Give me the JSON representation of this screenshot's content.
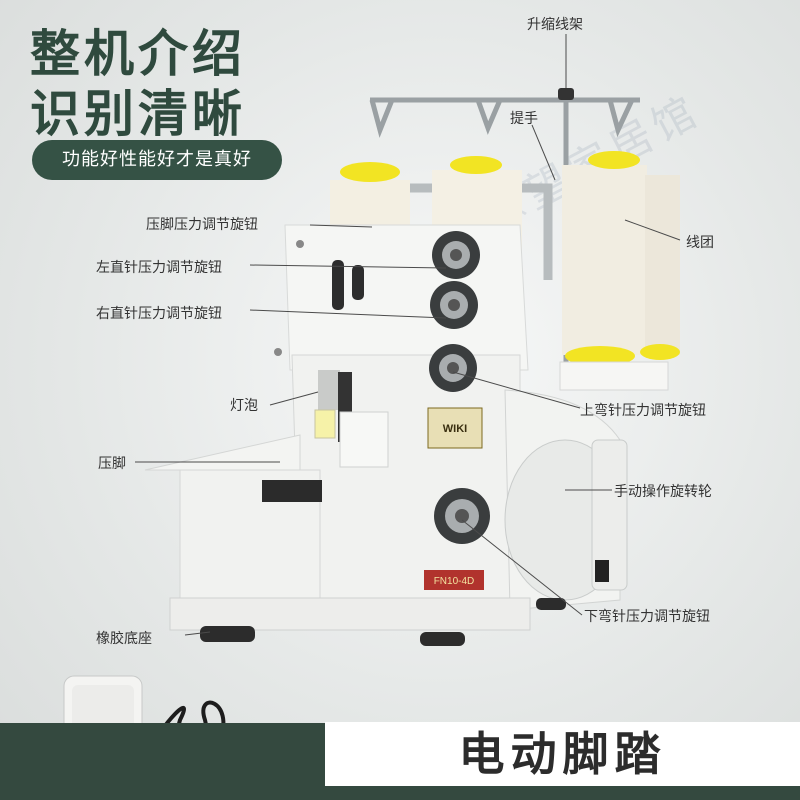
{
  "headline": {
    "line1": "整机介绍",
    "line2": "识别清晰",
    "tagline": "功能好性能好才是真好"
  },
  "watermark": "愿望家居馆",
  "machine": {
    "brand_plate": "WIKI",
    "model_plate": "FN10-4D"
  },
  "callouts": {
    "thread_stand": "升缩线架",
    "handle": "提手",
    "thread_spool": "线团",
    "presser_knob": "压脚压力调节旋钮",
    "left_needle_knob": "左直针压力调节旋钮",
    "right_needle_knob": "右直针压力调节旋钮",
    "upper_looper_knob": "上弯针压力调节旋钮",
    "bulb": "灯泡",
    "presser_foot": "压脚",
    "handwheel": "手动操作旋转轮",
    "lower_looper_knob": "下弯针压力调节旋钮",
    "rubber_base": "橡胶底座"
  },
  "footer": {
    "pedal_title": "电动脚踏"
  },
  "colors": {
    "brand_green": "#34493f",
    "accent_yellow": "#f4e41e"
  }
}
